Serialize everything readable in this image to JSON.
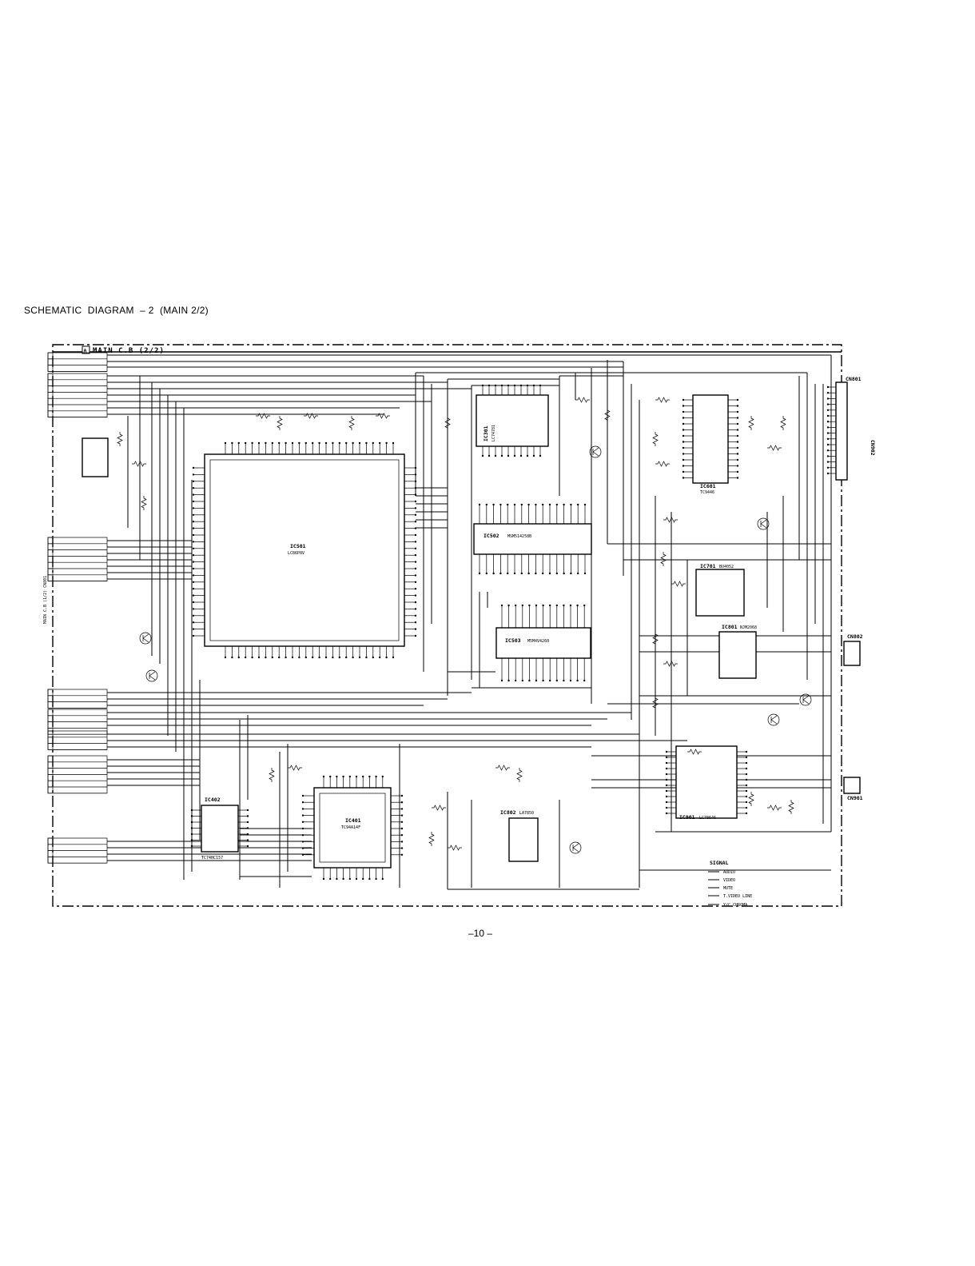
{
  "document": {
    "title": "SCHEMATIC  DIAGRAM  – 2  (MAIN 2/2)",
    "page_number": "–10 –"
  },
  "board": {
    "marker": "A",
    "title": "MAIN C.B  (2/2)",
    "side_label": "MAIN C.B (1/2) CN801"
  },
  "ics": {
    "main": {
      "ref": "IC501",
      "part": "LC86P8V"
    },
    "ram": {
      "ref": "IC502",
      "part": "MSM514258B"
    },
    "rom": {
      "ref": "IC503",
      "part": "M5M4V4260"
    },
    "top_ic": {
      "ref": "IC301",
      "part": "LC74781"
    },
    "osd": {
      "ref": "IC601",
      "part": "TC9446"
    },
    "disp": {
      "ref": "IC701",
      "part": "BU4052"
    },
    "audio": {
      "ref": "IC901",
      "part": "LC78646"
    },
    "dac": {
      "ref": "IC401",
      "part": "TC94A14F"
    },
    "switch": {
      "ref": "IC402",
      "part": "TC74HC157"
    },
    "mix": {
      "ref": "IC801",
      "part": "NJM2068"
    },
    "amp": {
      "ref": "IC802",
      "part": "LA7850"
    }
  },
  "connectors": {
    "cn801": "CN801",
    "cn802": "CN802",
    "cn901": "CN901",
    "cn902": "CN902"
  },
  "legend": {
    "title": "SIGNAL",
    "items": [
      "AUDIO",
      "VIDEO",
      "MUTE",
      "T.VIDEO LINE",
      "Y/C CHROMA"
    ]
  }
}
